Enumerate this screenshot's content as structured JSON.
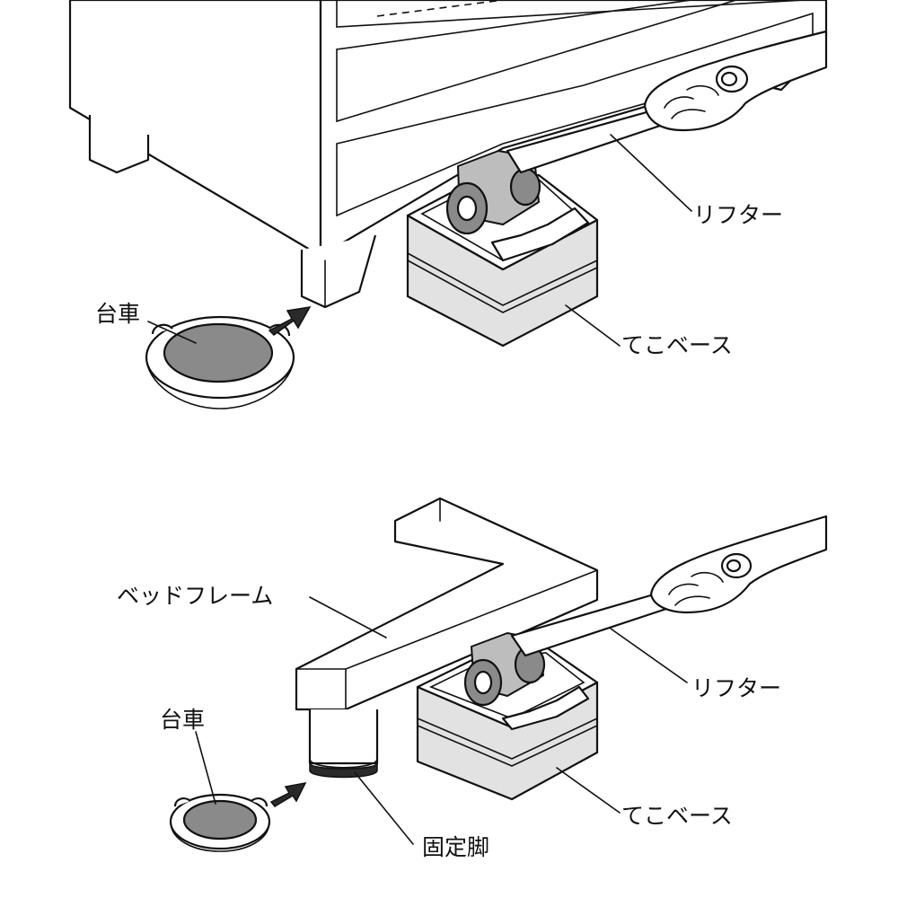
{
  "top_figure": {
    "labels": {
      "cart": "台車",
      "lifter": "リフター",
      "teko_base": "てこベース"
    }
  },
  "bottom_figure": {
    "labels": {
      "bed_frame": "ベッドフレーム",
      "cart": "台車",
      "lifter": "リフター",
      "teko_base": "てこベース",
      "fixed_leg": "固定脚"
    }
  }
}
